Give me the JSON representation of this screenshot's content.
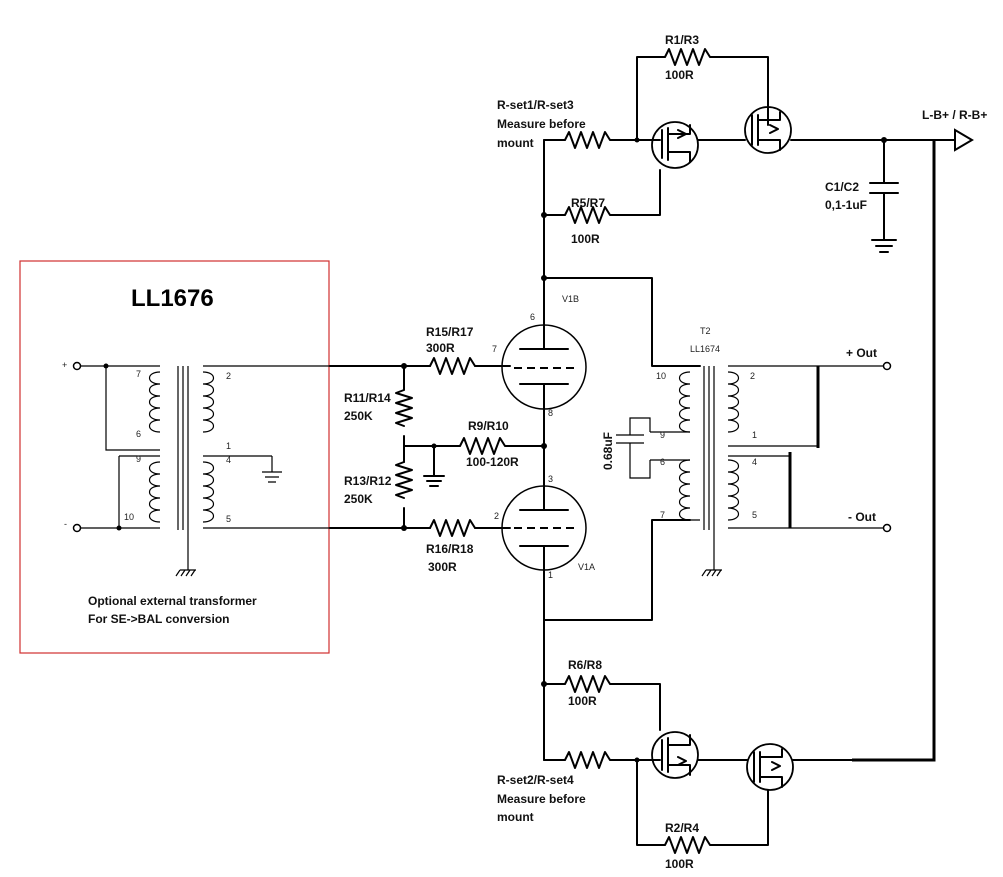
{
  "external_transformer": {
    "title": "LL1676",
    "caption_line1": "Optional external transformer",
    "caption_line2": "For SE->BAL conversion",
    "input_plus": "+",
    "input_minus": "-",
    "pins": [
      "7",
      "6",
      "9",
      "10",
      "2",
      "1",
      "4",
      "5"
    ]
  },
  "resistors": {
    "r1_r3": {
      "name": "R1/R3",
      "value": "100R"
    },
    "rset_top": {
      "name": "R-set1/R-set3",
      "note1": "Measure before",
      "note2": "mount"
    },
    "r5_r7": {
      "name": "R5/R7",
      "value": "100R"
    },
    "r15_r17": {
      "name": "R15/R17",
      "value": "300R"
    },
    "r11_r14": {
      "name": "R11/R14",
      "value": "250K"
    },
    "r9_r10": {
      "name": "R9/R10",
      "value": "100-120R"
    },
    "r13_r12": {
      "name": "R13/R12",
      "value": "250K"
    },
    "r16_r18": {
      "name": "R16/R18",
      "value": "300R"
    },
    "r6_r8": {
      "name": "R6/R8",
      "value": "100R"
    },
    "rset_bottom": {
      "name": "R-set2/R-set4",
      "note1": "Measure before",
      "note2": "mount"
    },
    "r2_r4": {
      "name": "R2/R4",
      "value": "100R"
    }
  },
  "capacitors": {
    "c1_c2": {
      "name": "C1/C2",
      "value": "0,1-1uF"
    },
    "c_output": {
      "value": "0.68uF"
    }
  },
  "tubes": {
    "v1b": {
      "name": "V1B",
      "pins": [
        "6",
        "7",
        "8"
      ]
    },
    "v1a": {
      "name": "V1A",
      "pins": [
        "3",
        "2",
        "1"
      ]
    }
  },
  "output_transformer": {
    "ref": "T2",
    "model": "LL1674",
    "pins": [
      "10",
      "9",
      "6",
      "7",
      "2",
      "1",
      "4",
      "5"
    ]
  },
  "nets": {
    "supply": "L-B+ / R-B+",
    "out_plus": "+ Out",
    "out_minus": "- Out"
  }
}
